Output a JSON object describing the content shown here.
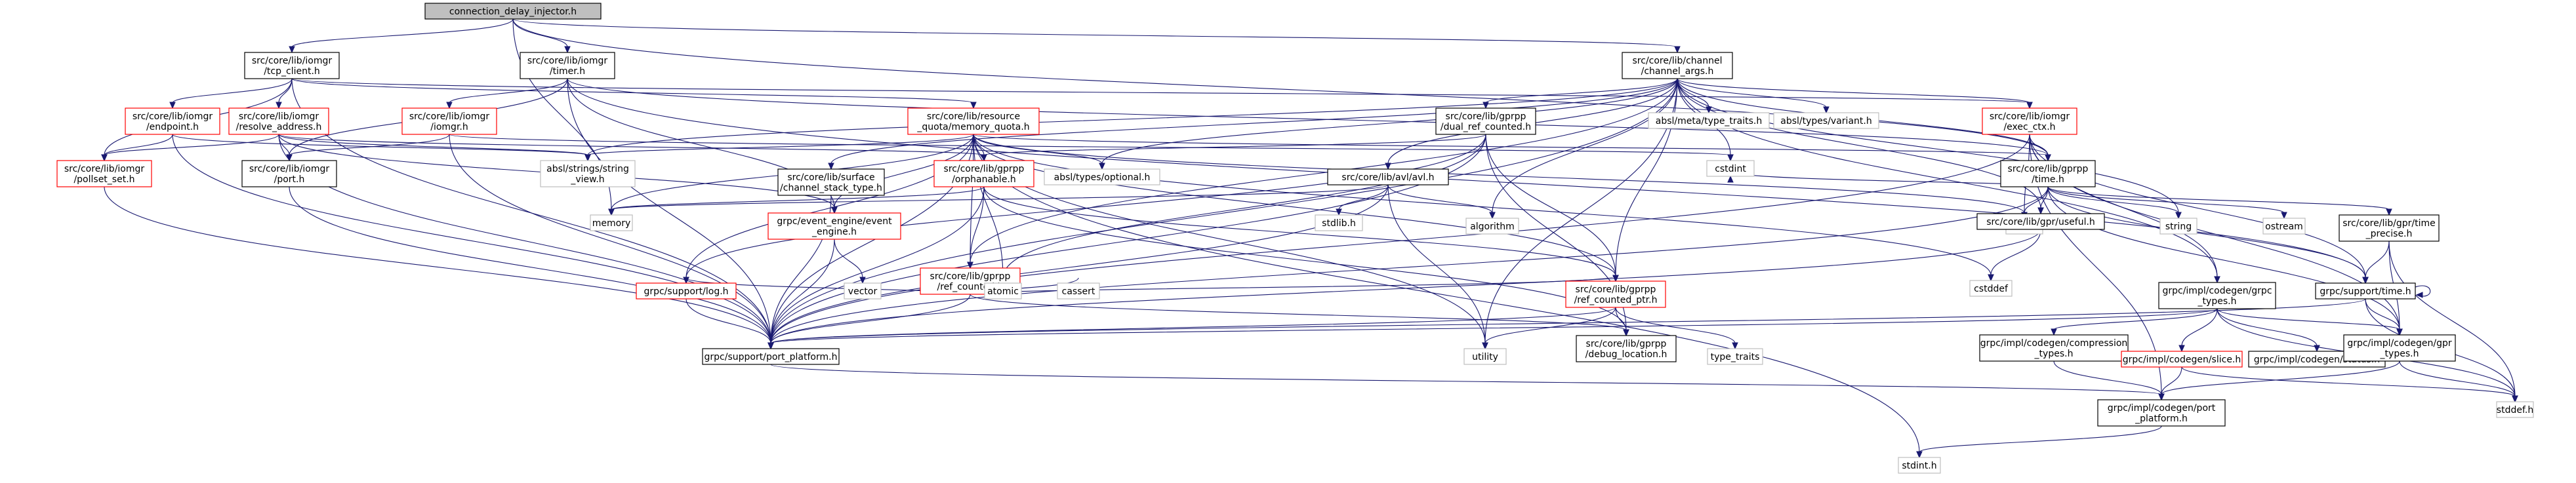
{
  "colors": {
    "edge": "#191970",
    "root_fill": "#bfbfbf",
    "black_border": "#000000",
    "red_border": "#ff0000",
    "gray_border": "#bfbfbf",
    "fill": "#ffffff",
    "text": "#000000"
  },
  "nodes": [
    {
      "id": "root",
      "lines": [
        "connection_delay_injector.h"
      ],
      "kind": "root"
    },
    {
      "id": "tcp_client",
      "lines": [
        "src/core/lib/iomgr",
        "/tcp_client.h"
      ],
      "kind": "black"
    },
    {
      "id": "timer",
      "lines": [
        "src/core/lib/iomgr",
        "/timer.h"
      ],
      "kind": "black"
    },
    {
      "id": "channel_args",
      "lines": [
        "src/core/lib/channel",
        "/channel_args.h"
      ],
      "kind": "black"
    },
    {
      "id": "endpoint",
      "lines": [
        "src/core/lib/iomgr",
        "/endpoint.h"
      ],
      "kind": "red"
    },
    {
      "id": "resolve_address",
      "lines": [
        "src/core/lib/iomgr",
        "/resolve_address.h"
      ],
      "kind": "red"
    },
    {
      "id": "iomgr",
      "lines": [
        "src/core/lib/iomgr",
        "/iomgr.h"
      ],
      "kind": "red"
    },
    {
      "id": "memory_quota",
      "lines": [
        "src/core/lib/resource",
        "_quota/memory_quota.h"
      ],
      "kind": "red"
    },
    {
      "id": "dual_ref_counted",
      "lines": [
        "src/core/lib/gprpp",
        "/dual_ref_counted.h"
      ],
      "kind": "black"
    },
    {
      "id": "meta_type_traits",
      "lines": [
        "absl/meta/type_traits.h"
      ],
      "kind": "gray"
    },
    {
      "id": "variant",
      "lines": [
        "absl/types/variant.h"
      ],
      "kind": "gray"
    },
    {
      "id": "exec_ctx",
      "lines": [
        "src/core/lib/iomgr",
        "/exec_ctx.h"
      ],
      "kind": "red"
    },
    {
      "id": "pollset_set",
      "lines": [
        "src/core/lib/iomgr",
        "/pollset_set.h"
      ],
      "kind": "red"
    },
    {
      "id": "port",
      "lines": [
        "src/core/lib/iomgr",
        "/port.h"
      ],
      "kind": "black"
    },
    {
      "id": "string_view",
      "lines": [
        "absl/strings/string",
        "_view.h"
      ],
      "kind": "gray"
    },
    {
      "id": "surface_channel_stack_type",
      "lines": [
        "src/core/lib/surface",
        "/channel_stack_type.h"
      ],
      "kind": "black"
    },
    {
      "id": "orphanable",
      "lines": [
        "src/core/lib/gprpp",
        "/orphanable.h"
      ],
      "kind": "red"
    },
    {
      "id": "optional",
      "lines": [
        "absl/types/optional.h"
      ],
      "kind": "gray"
    },
    {
      "id": "avl",
      "lines": [
        "src/core/lib/avl/avl.h"
      ],
      "kind": "black"
    },
    {
      "id": "cstdint",
      "lines": [
        "cstdint"
      ],
      "kind": "gray"
    },
    {
      "id": "gprpp_time",
      "lines": [
        "src/core/lib/gprpp",
        "/time.h"
      ],
      "kind": "black"
    },
    {
      "id": "memory",
      "lines": [
        "memory"
      ],
      "kind": "gray"
    },
    {
      "id": "event_engine",
      "lines": [
        "grpc/event_engine/event",
        "_engine.h"
      ],
      "kind": "red"
    },
    {
      "id": "stdlib",
      "lines": [
        "stdlib.h"
      ],
      "kind": "gray"
    },
    {
      "id": "algorithm",
      "lines": [
        "algorithm"
      ],
      "kind": "gray"
    },
    {
      "id": "limits",
      "lines": [
        "limits"
      ],
      "kind": "gray"
    },
    {
      "id": "string",
      "lines": [
        "string"
      ],
      "kind": "gray"
    },
    {
      "id": "ostream",
      "lines": [
        "ostream"
      ],
      "kind": "gray"
    },
    {
      "id": "useful",
      "lines": [
        "src/core/lib/gpr/useful.h"
      ],
      "kind": "black"
    },
    {
      "id": "time_precise",
      "lines": [
        "src/core/lib/gpr/time",
        "_precise.h"
      ],
      "kind": "black"
    },
    {
      "id": "ref_counted",
      "lines": [
        "src/core/lib/gprpp",
        "/ref_counted.h"
      ],
      "kind": "red"
    },
    {
      "id": "support_log",
      "lines": [
        "grpc/support/log.h"
      ],
      "kind": "red"
    },
    {
      "id": "vector",
      "lines": [
        "vector"
      ],
      "kind": "gray"
    },
    {
      "id": "atomic",
      "lines": [
        "atomic"
      ],
      "kind": "gray"
    },
    {
      "id": "cassert",
      "lines": [
        "cassert"
      ],
      "kind": "gray"
    },
    {
      "id": "ref_counted_ptr",
      "lines": [
        "src/core/lib/gprpp",
        "/ref_counted_ptr.h"
      ],
      "kind": "red"
    },
    {
      "id": "cstddef",
      "lines": [
        "cstddef"
      ],
      "kind": "gray"
    },
    {
      "id": "support_time",
      "lines": [
        "grpc/support/time.h"
      ],
      "kind": "black"
    },
    {
      "id": "grpc_types",
      "lines": [
        "grpc/impl/codegen/grpc",
        "_types.h"
      ],
      "kind": "black"
    },
    {
      "id": "port_platform_support",
      "lines": [
        "grpc/support/port_platform.h"
      ],
      "kind": "black"
    },
    {
      "id": "utility",
      "lines": [
        "utility"
      ],
      "kind": "gray"
    },
    {
      "id": "type_traits",
      "lines": [
        "type_traits"
      ],
      "kind": "gray"
    },
    {
      "id": "debug_location",
      "lines": [
        "src/core/lib/gprpp",
        "/debug_location.h"
      ],
      "kind": "black"
    },
    {
      "id": "compression_types",
      "lines": [
        "grpc/impl/codegen/compression",
        "_types.h"
      ],
      "kind": "black"
    },
    {
      "id": "codegen_slice",
      "lines": [
        "grpc/impl/codegen/slice.h"
      ],
      "kind": "red"
    },
    {
      "id": "codegen_status",
      "lines": [
        "grpc/impl/codegen/status.h"
      ],
      "kind": "black"
    },
    {
      "id": "gpr_types",
      "lines": [
        "grpc/impl/codegen/gpr",
        "_types.h"
      ],
      "kind": "black"
    },
    {
      "id": "codegen_port_platform",
      "lines": [
        "grpc/impl/codegen/port",
        "_platform.h"
      ],
      "kind": "black"
    },
    {
      "id": "stddef",
      "lines": [
        "stddef.h"
      ],
      "kind": "gray"
    },
    {
      "id": "stdint",
      "lines": [
        "stdint.h"
      ],
      "kind": "gray"
    }
  ],
  "edges": [
    [
      "root",
      "tcp_client"
    ],
    [
      "root",
      "timer"
    ],
    [
      "root",
      "channel_args"
    ],
    [
      "root",
      "memory"
    ],
    [
      "root",
      "gprpp_time"
    ],
    [
      "tcp_client",
      "endpoint"
    ],
    [
      "tcp_client",
      "resolve_address"
    ],
    [
      "tcp_client",
      "pollset_set"
    ],
    [
      "tcp_client",
      "port_platform_support"
    ],
    [
      "tcp_client",
      "memory_quota"
    ],
    [
      "tcp_client",
      "exec_ctx"
    ],
    [
      "timer",
      "iomgr"
    ],
    [
      "timer",
      "port"
    ],
    [
      "timer",
      "event_engine"
    ],
    [
      "timer",
      "port_platform_support"
    ],
    [
      "timer",
      "gprpp_time"
    ],
    [
      "timer",
      "support_time"
    ],
    [
      "channel_args",
      "dual_ref_counted"
    ],
    [
      "channel_args",
      "meta_type_traits"
    ],
    [
      "channel_args",
      "variant"
    ],
    [
      "channel_args",
      "exec_ctx"
    ],
    [
      "channel_args",
      "avl"
    ],
    [
      "channel_args",
      "surface_channel_stack_type"
    ],
    [
      "channel_args",
      "useful"
    ],
    [
      "channel_args",
      "ref_counted"
    ],
    [
      "channel_args",
      "ref_counted_ptr"
    ],
    [
      "channel_args",
      "grpc_types"
    ],
    [
      "channel_args",
      "port_platform_support"
    ],
    [
      "channel_args",
      "optional"
    ],
    [
      "channel_args",
      "string_view"
    ],
    [
      "channel_args",
      "gprpp_time"
    ],
    [
      "channel_args",
      "cstdint"
    ],
    [
      "channel_args",
      "string"
    ],
    [
      "channel_args",
      "algorithm"
    ],
    [
      "channel_args",
      "utility"
    ],
    [
      "endpoint",
      "pollset_set"
    ],
    [
      "endpoint",
      "port_platform_support"
    ],
    [
      "endpoint",
      "string_view"
    ],
    [
      "resolve_address",
      "port"
    ],
    [
      "resolve_address",
      "pollset_set"
    ],
    [
      "resolve_address",
      "string_view"
    ],
    [
      "resolve_address",
      "event_engine"
    ],
    [
      "resolve_address",
      "port_platform_support"
    ],
    [
      "resolve_address",
      "orphanable"
    ],
    [
      "iomgr",
      "port"
    ],
    [
      "iomgr",
      "port_platform_support"
    ],
    [
      "iomgr",
      "cstdint"
    ],
    [
      "memory_quota",
      "orphanable"
    ],
    [
      "memory_quota",
      "ref_counted"
    ],
    [
      "memory_quota",
      "ref_counted_ptr"
    ],
    [
      "memory_quota",
      "optional"
    ],
    [
      "memory_quota",
      "string_view"
    ],
    [
      "memory_quota",
      "memory"
    ],
    [
      "memory_quota",
      "atomic"
    ],
    [
      "memory_quota",
      "support_log"
    ],
    [
      "memory_quota",
      "event_engine"
    ],
    [
      "memory_quota",
      "port_platform_support"
    ],
    [
      "memory_quota",
      "limits"
    ],
    [
      "memory_quota",
      "cstddef"
    ],
    [
      "memory_quota",
      "gprpp_time"
    ],
    [
      "memory_quota",
      "stdint"
    ],
    [
      "memory_quota",
      "utility"
    ],
    [
      "dual_ref_counted",
      "orphanable"
    ],
    [
      "dual_ref_counted",
      "ref_counted_ptr"
    ],
    [
      "dual_ref_counted",
      "debug_location"
    ],
    [
      "dual_ref_counted",
      "support_log"
    ],
    [
      "dual_ref_counted",
      "port_platform_support"
    ],
    [
      "dual_ref_counted",
      "atomic"
    ],
    [
      "exec_ctx",
      "gprpp_time"
    ],
    [
      "exec_ctx",
      "port_platform_support"
    ],
    [
      "exec_ctx",
      "limits"
    ],
    [
      "exec_ctx",
      "support_time"
    ],
    [
      "exec_ctx",
      "grpc_types"
    ],
    [
      "exec_ctx",
      "gpr_types"
    ],
    [
      "exec_ctx",
      "codegen_port_platform"
    ],
    [
      "pollset_set",
      "port_platform_support"
    ],
    [
      "port",
      "port_platform_support"
    ],
    [
      "surface_channel_stack_type",
      "port_platform_support"
    ],
    [
      "orphanable",
      "memory"
    ],
    [
      "orphanable",
      "ref_counted"
    ],
    [
      "orphanable",
      "debug_location"
    ],
    [
      "orphanable",
      "port_platform_support"
    ],
    [
      "orphanable",
      "ref_counted_ptr"
    ],
    [
      "avl",
      "port_platform_support"
    ],
    [
      "avl",
      "stdlib"
    ],
    [
      "avl",
      "memory"
    ],
    [
      "avl",
      "algorithm"
    ],
    [
      "avl",
      "utility"
    ],
    [
      "gprpp_time",
      "port_platform_support"
    ],
    [
      "gprpp_time",
      "support_time"
    ],
    [
      "gprpp_time",
      "time_precise"
    ],
    [
      "gprpp_time",
      "limits"
    ],
    [
      "gprpp_time",
      "string"
    ],
    [
      "gprpp_time",
      "ostream"
    ],
    [
      "gprpp_time",
      "useful"
    ],
    [
      "gprpp_time",
      "cstdint"
    ],
    [
      "gprpp_time",
      "gpr_types"
    ],
    [
      "event_engine",
      "port_platform_support"
    ],
    [
      "event_engine",
      "vector"
    ],
    [
      "useful",
      "cstddef"
    ],
    [
      "useful",
      "port_platform_support"
    ],
    [
      "time_precise",
      "support_time"
    ],
    [
      "time_precise",
      "gpr_types"
    ],
    [
      "time_precise",
      "stddef"
    ],
    [
      "ref_counted",
      "support_log"
    ],
    [
      "ref_counted",
      "atomic"
    ],
    [
      "ref_counted",
      "cassert"
    ],
    [
      "ref_counted",
      "port_platform_support"
    ],
    [
      "ref_counted",
      "debug_location"
    ],
    [
      "ref_counted",
      "ref_counted_ptr"
    ],
    [
      "support_log",
      "port_platform_support"
    ],
    [
      "ref_counted_ptr",
      "port_platform_support"
    ],
    [
      "ref_counted_ptr",
      "debug_location"
    ],
    [
      "ref_counted_ptr",
      "type_traits"
    ],
    [
      "ref_counted_ptr",
      "utility"
    ],
    [
      "support_time",
      "support_time"
    ],
    [
      "support_time",
      "port_platform_support"
    ],
    [
      "support_time",
      "gpr_types"
    ],
    [
      "support_time",
      "stddef"
    ],
    [
      "grpc_types",
      "compression_types"
    ],
    [
      "grpc_types",
      "codegen_slice"
    ],
    [
      "grpc_types",
      "codegen_status"
    ],
    [
      "grpc_types",
      "gpr_types"
    ],
    [
      "grpc_types",
      "stddef"
    ],
    [
      "grpc_types",
      "port_platform_support"
    ],
    [
      "port_platform_support",
      "codegen_port_platform"
    ],
    [
      "compression_types",
      "codegen_port_platform"
    ],
    [
      "codegen_slice",
      "codegen_port_platform"
    ],
    [
      "codegen_slice",
      "stddef"
    ],
    [
      "gpr_types",
      "codegen_port_platform"
    ],
    [
      "gpr_types",
      "stddef"
    ],
    [
      "codegen_port_platform",
      "stdint"
    ]
  ]
}
